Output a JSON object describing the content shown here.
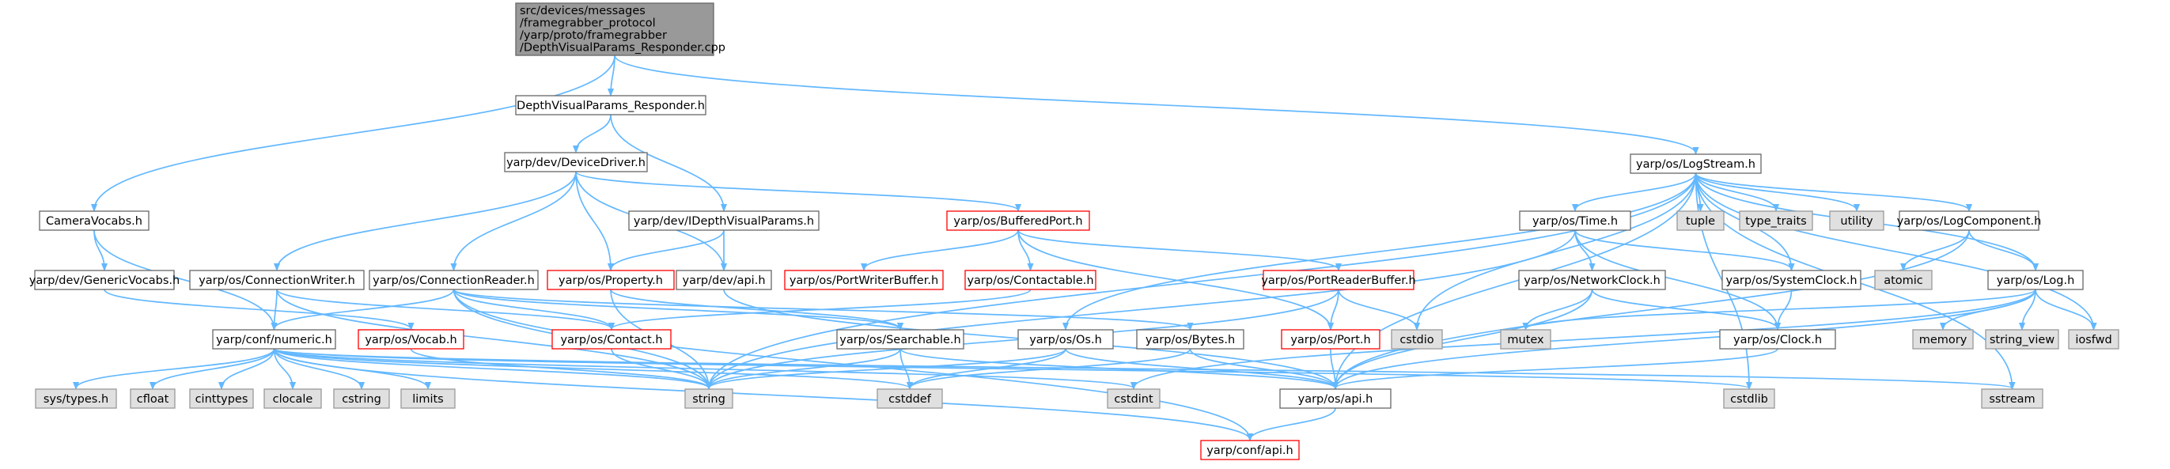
{
  "diagram": {
    "colors": {
      "edge": "#63b8ff",
      "node_border": "#666666",
      "node_fill": "#ffffff",
      "root_fill": "#999999",
      "system_fill": "#e0e0e0",
      "system_border": "#999999",
      "missing_border": "#ff0000"
    },
    "nodes": [
      {
        "id": "root",
        "kind": "root",
        "label": [
          "src/devices/messages",
          "/framegrabber_protocol",
          "/yarp/proto/framegrabber",
          "/DepthVisualParams_Responder.cpp"
        ]
      },
      {
        "id": "dvpr_h",
        "kind": "normal",
        "label": [
          "DepthVisualParams_Responder.h"
        ]
      },
      {
        "id": "logstream",
        "kind": "normal",
        "label": [
          "yarp/os/LogStream.h"
        ]
      },
      {
        "id": "devicedriver",
        "kind": "normal",
        "label": [
          "yarp/dev/DeviceDriver.h"
        ]
      },
      {
        "id": "cameravocabs",
        "kind": "normal",
        "label": [
          "CameraVocabs.h"
        ]
      },
      {
        "id": "idvp",
        "kind": "normal",
        "label": [
          "yarp/dev/IDepthVisualParams.h"
        ]
      },
      {
        "id": "bufferedport",
        "kind": "missing",
        "label": [
          "yarp/os/BufferedPort.h"
        ]
      },
      {
        "id": "time",
        "kind": "normal",
        "label": [
          "yarp/os/Time.h"
        ]
      },
      {
        "id": "tuple",
        "kind": "system",
        "label": [
          "tuple"
        ]
      },
      {
        "id": "type_traits",
        "kind": "system",
        "label": [
          "type_traits"
        ]
      },
      {
        "id": "utility",
        "kind": "system",
        "label": [
          "utility"
        ]
      },
      {
        "id": "logcomponent",
        "kind": "normal",
        "label": [
          "yarp/os/LogComponent.h"
        ]
      },
      {
        "id": "genericvocabs",
        "kind": "normal",
        "label": [
          "yarp/dev/GenericVocabs.h"
        ]
      },
      {
        "id": "connwriter",
        "kind": "normal",
        "label": [
          "yarp/os/ConnectionWriter.h"
        ]
      },
      {
        "id": "connreader",
        "kind": "normal",
        "label": [
          "yarp/os/ConnectionReader.h"
        ]
      },
      {
        "id": "property",
        "kind": "missing",
        "label": [
          "yarp/os/Property.h"
        ]
      },
      {
        "id": "devapi",
        "kind": "normal",
        "label": [
          "yarp/dev/api.h"
        ]
      },
      {
        "id": "portwriterbuffer",
        "kind": "missing",
        "label": [
          "yarp/os/PortWriterBuffer.h"
        ]
      },
      {
        "id": "contactable",
        "kind": "missing",
        "label": [
          "yarp/os/Contactable.h"
        ]
      },
      {
        "id": "portreaderbuffer",
        "kind": "missing",
        "label": [
          "yarp/os/PortReaderBuffer.h"
        ]
      },
      {
        "id": "networkclock",
        "kind": "normal",
        "label": [
          "yarp/os/NetworkClock.h"
        ]
      },
      {
        "id": "systemclock",
        "kind": "normal",
        "label": [
          "yarp/os/SystemClock.h"
        ]
      },
      {
        "id": "atomic",
        "kind": "system",
        "label": [
          "atomic"
        ]
      },
      {
        "id": "log",
        "kind": "normal",
        "label": [
          "yarp/os/Log.h"
        ]
      },
      {
        "id": "numeric",
        "kind": "normal",
        "label": [
          "yarp/conf/numeric.h"
        ]
      },
      {
        "id": "vocab",
        "kind": "missing",
        "label": [
          "yarp/os/Vocab.h"
        ]
      },
      {
        "id": "contact",
        "kind": "missing",
        "label": [
          "yarp/os/Contact.h"
        ]
      },
      {
        "id": "searchable",
        "kind": "normal",
        "label": [
          "yarp/os/Searchable.h"
        ]
      },
      {
        "id": "os_h",
        "kind": "normal",
        "label": [
          "yarp/os/Os.h"
        ]
      },
      {
        "id": "bytes",
        "kind": "normal",
        "label": [
          "yarp/os/Bytes.h"
        ]
      },
      {
        "id": "port",
        "kind": "missing",
        "label": [
          "yarp/os/Port.h"
        ]
      },
      {
        "id": "cstdio",
        "kind": "system",
        "label": [
          "cstdio"
        ]
      },
      {
        "id": "mutex",
        "kind": "system",
        "label": [
          "mutex"
        ]
      },
      {
        "id": "clock",
        "kind": "normal",
        "label": [
          "yarp/os/Clock.h"
        ]
      },
      {
        "id": "memory",
        "kind": "system",
        "label": [
          "memory"
        ]
      },
      {
        "id": "string_view",
        "kind": "system",
        "label": [
          "string_view"
        ]
      },
      {
        "id": "iosfwd",
        "kind": "system",
        "label": [
          "iosfwd"
        ]
      },
      {
        "id": "systypes",
        "kind": "system",
        "label": [
          "sys/types.h"
        ]
      },
      {
        "id": "cfloat",
        "kind": "system",
        "label": [
          "cfloat"
        ]
      },
      {
        "id": "cinttypes",
        "kind": "system",
        "label": [
          "cinttypes"
        ]
      },
      {
        "id": "clocale",
        "kind": "system",
        "label": [
          "clocale"
        ]
      },
      {
        "id": "cstring",
        "kind": "system",
        "label": [
          "cstring"
        ]
      },
      {
        "id": "limits",
        "kind": "system",
        "label": [
          "limits"
        ]
      },
      {
        "id": "string",
        "kind": "system",
        "label": [
          "string"
        ]
      },
      {
        "id": "cstddef",
        "kind": "system",
        "label": [
          "cstddef"
        ]
      },
      {
        "id": "cstdint",
        "kind": "system",
        "label": [
          "cstdint"
        ]
      },
      {
        "id": "osapi",
        "kind": "normal",
        "label": [
          "yarp/os/api.h"
        ]
      },
      {
        "id": "cstdlib",
        "kind": "system",
        "label": [
          "cstdlib"
        ]
      },
      {
        "id": "sstream",
        "kind": "system",
        "label": [
          "sstream"
        ]
      },
      {
        "id": "confapi",
        "kind": "missing",
        "label": [
          "yarp/conf/api.h"
        ]
      }
    ],
    "edges": [
      [
        "root",
        "dvpr_h"
      ],
      [
        "root",
        "logstream"
      ],
      [
        "root",
        "cameravocabs"
      ],
      [
        "dvpr_h",
        "devicedriver"
      ],
      [
        "dvpr_h",
        "idvp"
      ],
      [
        "devicedriver",
        "bufferedport"
      ],
      [
        "devicedriver",
        "connwriter"
      ],
      [
        "devicedriver",
        "connreader"
      ],
      [
        "devicedriver",
        "property"
      ],
      [
        "devicedriver",
        "devapi"
      ],
      [
        "idvp",
        "property"
      ],
      [
        "idvp",
        "devapi"
      ],
      [
        "cameravocabs",
        "genericvocabs"
      ],
      [
        "cameravocabs",
        "numeric"
      ],
      [
        "genericvocabs",
        "vocab"
      ],
      [
        "logstream",
        "time"
      ],
      [
        "logstream",
        "tuple"
      ],
      [
        "logstream",
        "type_traits"
      ],
      [
        "logstream",
        "utility"
      ],
      [
        "logstream",
        "logcomponent"
      ],
      [
        "logstream",
        "log"
      ],
      [
        "logstream",
        "cstdio"
      ],
      [
        "logstream",
        "os_h"
      ],
      [
        "logstream",
        "string"
      ],
      [
        "logstream",
        "osapi"
      ],
      [
        "logstream",
        "cstdlib"
      ],
      [
        "logstream",
        "sstream"
      ],
      [
        "logstream",
        "iosfwd"
      ],
      [
        "logstream",
        "systemclock"
      ],
      [
        "time",
        "networkclock"
      ],
      [
        "time",
        "systemclock"
      ],
      [
        "time",
        "clock"
      ],
      [
        "time",
        "string"
      ],
      [
        "logcomponent",
        "log"
      ],
      [
        "logcomponent",
        "atomic"
      ],
      [
        "logcomponent",
        "osapi"
      ],
      [
        "log",
        "memory"
      ],
      [
        "log",
        "string_view"
      ],
      [
        "log",
        "iosfwd"
      ],
      [
        "log",
        "mutex"
      ],
      [
        "log",
        "osapi"
      ],
      [
        "log",
        "cstdint"
      ],
      [
        "bufferedport",
        "portwriterbuffer"
      ],
      [
        "bufferedport",
        "contactable"
      ],
      [
        "bufferedport",
        "portreaderbuffer"
      ],
      [
        "bufferedport",
        "port"
      ],
      [
        "contactable",
        "contact"
      ],
      [
        "portreaderbuffer",
        "port"
      ],
      [
        "portreaderbuffer",
        "cstdio"
      ],
      [
        "portreaderbuffer",
        "string"
      ],
      [
        "connwriter",
        "numeric"
      ],
      [
        "connwriter",
        "string"
      ],
      [
        "connwriter",
        "contact"
      ],
      [
        "connreader",
        "numeric"
      ],
      [
        "connreader",
        "contact"
      ],
      [
        "connreader",
        "string"
      ],
      [
        "connreader",
        "searchable"
      ],
      [
        "connreader",
        "bytes"
      ],
      [
        "connreader",
        "confapi"
      ],
      [
        "property",
        "searchable"
      ],
      [
        "property",
        "string"
      ],
      [
        "devapi",
        "osapi"
      ],
      [
        "networkclock",
        "clock"
      ],
      [
        "networkclock",
        "mutex"
      ],
      [
        "networkclock",
        "osapi"
      ],
      [
        "systemclock",
        "clock"
      ],
      [
        "clock",
        "osapi"
      ],
      [
        "port",
        "osapi"
      ],
      [
        "vocab",
        "string"
      ],
      [
        "contact",
        "string"
      ],
      [
        "searchable",
        "string"
      ],
      [
        "searchable",
        "cstddef"
      ],
      [
        "searchable",
        "osapi"
      ],
      [
        "os_h",
        "cstddef"
      ],
      [
        "os_h",
        "string"
      ],
      [
        "os_h",
        "osapi"
      ],
      [
        "bytes",
        "cstddef"
      ],
      [
        "bytes",
        "osapi"
      ],
      [
        "numeric",
        "systypes"
      ],
      [
        "numeric",
        "cfloat"
      ],
      [
        "numeric",
        "cinttypes"
      ],
      [
        "numeric",
        "clocale"
      ],
      [
        "numeric",
        "cstring"
      ],
      [
        "numeric",
        "limits"
      ],
      [
        "numeric",
        "string"
      ],
      [
        "numeric",
        "cstddef"
      ],
      [
        "numeric",
        "cstdint"
      ],
      [
        "numeric",
        "cstdlib"
      ],
      [
        "numeric",
        "sstream"
      ],
      [
        "numeric",
        "confapi"
      ],
      [
        "osapi",
        "confapi"
      ]
    ]
  }
}
